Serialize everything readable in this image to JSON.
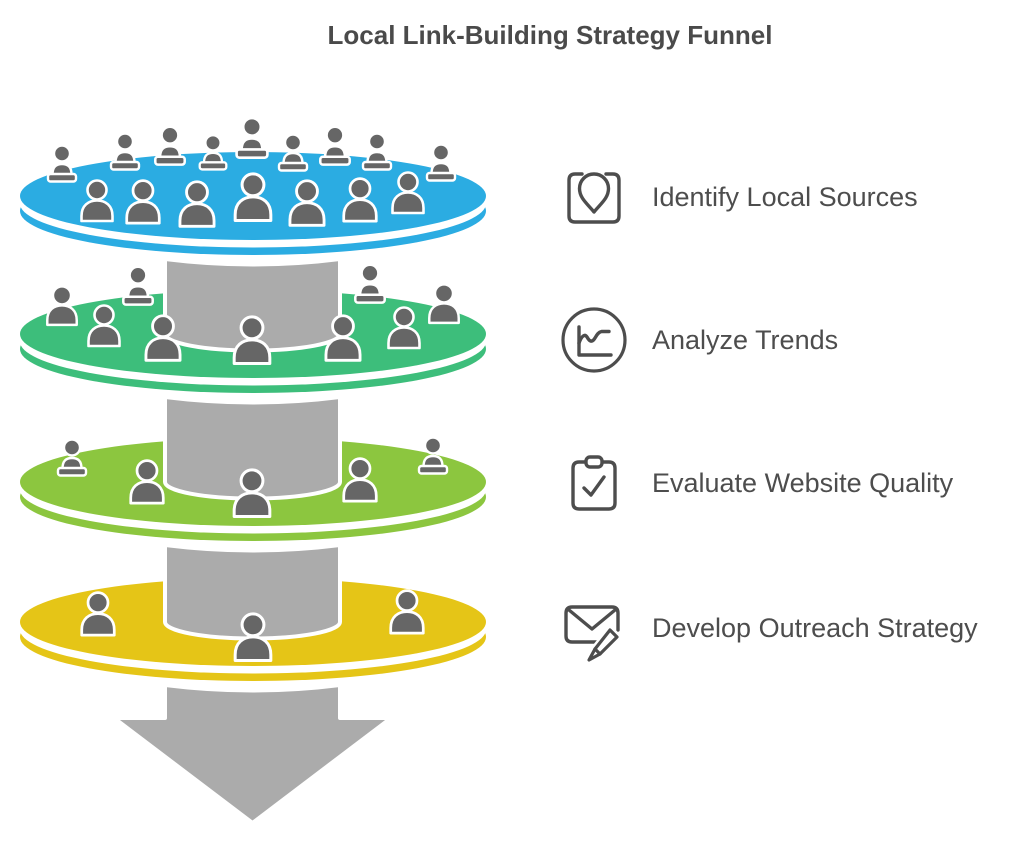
{
  "title": "Local Link-Building Strategy Funnel",
  "colors": {
    "person": "#666666",
    "column": "#ABABAB",
    "arrow": "#ABABAB",
    "icon_stroke": "#4D4D4D",
    "label_text": "#4D4D4D",
    "title_text": "#4A4A4A"
  },
  "funnel": {
    "layers": [
      {
        "name": "identify-local-sources",
        "color": "#2BACE2",
        "people_count": 16
      },
      {
        "name": "analyze-trends",
        "color": "#3DBE7B",
        "people_count": 9
      },
      {
        "name": "evaluate-website-quality",
        "color": "#8CC63F",
        "people_count": 5
      },
      {
        "name": "develop-outreach-strategy",
        "color": "#E5C517",
        "people_count": 3
      }
    ]
  },
  "steps": [
    {
      "label": "Identify Local Sources",
      "icon": "map-pin-icon"
    },
    {
      "label": "Analyze Trends",
      "icon": "trend-chart-icon"
    },
    {
      "label": "Evaluate Website Quality",
      "icon": "clipboard-check-icon"
    },
    {
      "label": "Develop Outreach Strategy",
      "icon": "envelope-pencil-icon"
    }
  ]
}
